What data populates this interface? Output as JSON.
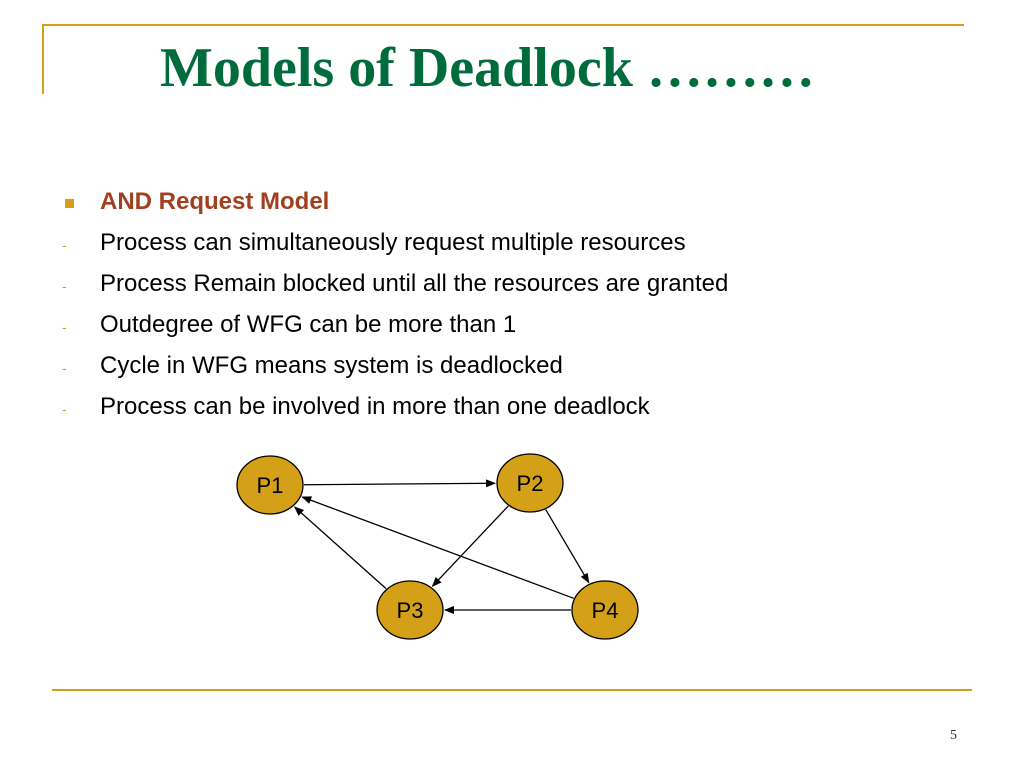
{
  "slide": {
    "title": "Models of Deadlock ………",
    "page_number": "5"
  },
  "bullets": {
    "heading": "AND Request Model",
    "items": [
      "Process can simultaneously request multiple resources",
      "Process Remain blocked until all the resources are granted",
      "Outdegree of WFG can be more than 1",
      "Cycle in WFG means system is deadlocked",
      "Process can be involved in more than one deadlock"
    ]
  },
  "diagram": {
    "nodes": [
      {
        "id": "P1",
        "label": "P1"
      },
      {
        "id": "P2",
        "label": "P2"
      },
      {
        "id": "P3",
        "label": "P3"
      },
      {
        "id": "P4",
        "label": "P4"
      }
    ],
    "edges": [
      {
        "from": "P1",
        "to": "P2"
      },
      {
        "from": "P2",
        "to": "P3"
      },
      {
        "from": "P2",
        "to": "P4"
      },
      {
        "from": "P3",
        "to": "P1"
      },
      {
        "from": "P4",
        "to": "P1"
      },
      {
        "from": "P4",
        "to": "P3"
      }
    ]
  },
  "colors": {
    "title": "#006b3c",
    "accent": "#d4a017",
    "heading": "#a0401e",
    "node_fill": "#d4a017",
    "node_stroke": "#000000"
  }
}
